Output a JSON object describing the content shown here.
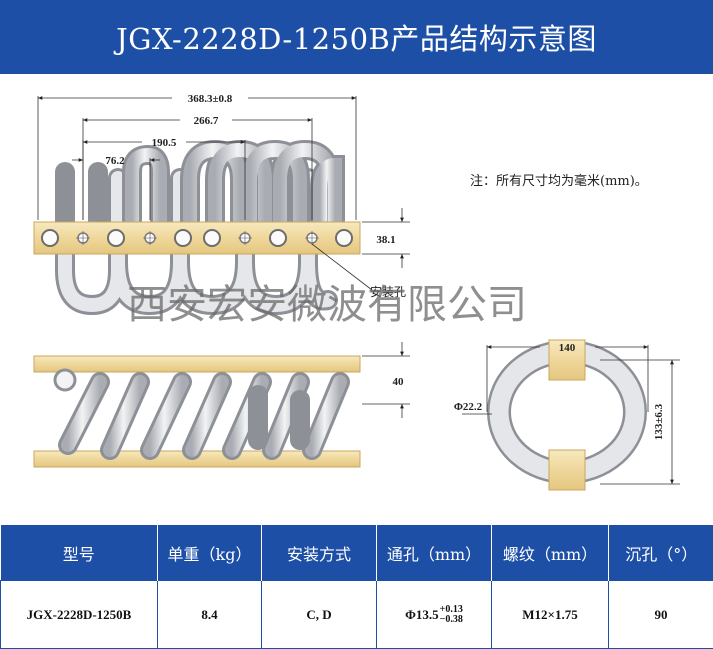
{
  "header": {
    "title": "JGX-2228D-1250B产品结构示意图",
    "bg_color": "#1d4fa7"
  },
  "drawing": {
    "dims": {
      "overall_length": "368.3±0.8",
      "length_2": "266.7",
      "length_3": "190.5",
      "length_4": "76.2",
      "height_top": "38.1",
      "height_side": "40",
      "end_width": "140",
      "end_height": "133±6.3",
      "cable_dia": "Φ22.2"
    },
    "callout": "安装孔",
    "note": "注：所有尺寸均为毫米(mm)。",
    "watermark": "西安宏安微波有限公司",
    "colors": {
      "bar": "#f0dca4",
      "cable": "#d6d8dc",
      "accent": "#1d4fa7"
    }
  },
  "spec_table": {
    "headers": [
      "型号",
      "单重（kg）",
      "安装方式",
      "通孔（mm）",
      "螺纹（mm）",
      "沉孔（°）"
    ],
    "row": {
      "model": "JGX-2228D-1250B",
      "weight": "8.4",
      "mounting": "C, D",
      "hole_prefix": "Φ13.5",
      "hole_tol_plus": "+0.13",
      "hole_tol_minus": "−0.38",
      "thread": "M12×1.75",
      "counterbore": "90"
    }
  }
}
